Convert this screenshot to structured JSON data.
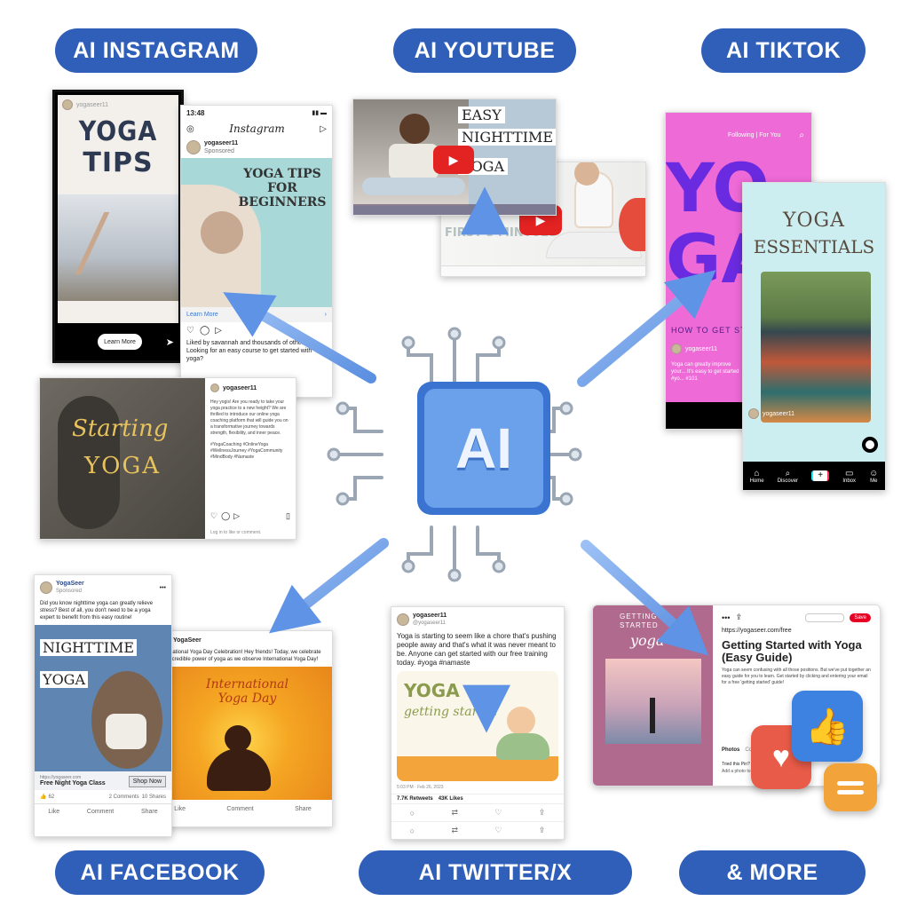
{
  "labels": {
    "instagram": "AI INSTAGRAM",
    "youtube": "AI YOUTUBE",
    "tiktok": "AI TIKTOK",
    "facebook": "AI FACEBOOK",
    "twitter": "AI TWITTER/X",
    "more": "& MORE"
  },
  "center_chip": "AI",
  "instagram": {
    "story_user": "yogaseer11",
    "story_title_1": "YOGA",
    "story_title_2": "TIPS",
    "story_button": "Learn More",
    "time": "13:48",
    "app": "Instagram",
    "user": "yogaseer11",
    "sponsored": "Sponsored",
    "post_title": "YOGA TIPS FOR BEGINNERS",
    "cta": "Learn More",
    "likes": "Liked by savannah and thousands of others",
    "caption": "Looking for an easy course to get started with yoga?",
    "post2_title_1": "Starting",
    "post2_title_2": "YOGA",
    "post2_user": "yogaseer11",
    "post2_text": "Hey yogis! Are you ready to take your yoga practice to a new height? We are thrilled to introduce our online yoga coaching platform that will guide you on a transformative journey towards strength, flexibility, and inner peace.",
    "post2_tags": "#YogaCoaching #OnlineYoga #WellnessJourney #YogaCommunity #MindBody #Namaste",
    "post2_login": "Log in to like or comment."
  },
  "youtube": {
    "title_1": "EASY",
    "title_2": "NIGHTTIME",
    "title_3": "YOGA",
    "video2_text": "FIRST 5 MINTUES"
  },
  "tiktok": {
    "tabs": "Following | For You",
    "big_1": "YO",
    "big_2": "GA",
    "how": "HOW TO GET ST",
    "user": "yogaseer11",
    "caption": "Yoga can greatly improve your... It's easy to get started #yo... #101",
    "title_1": "YOGA",
    "title_2": "ESSENTIALS",
    "user2": "yogaseer11",
    "nav": [
      "Home",
      "Discover",
      "",
      "Inbox",
      "Me"
    ]
  },
  "facebook": {
    "page": "YogaSeer",
    "sponsored": "Sponsored",
    "text": "Did you know nighttime yoga can greatly relieve stress? Best of all, you don't need to be a yoga expert to benefit from this easy routine!",
    "banner_1": "NIGHTTIME",
    "banner_2": "YOGA",
    "url": "https://yogaseer.com",
    "headline": "Free Night Yoga Class",
    "shop": "Shop Now",
    "reactions": "62",
    "comments": "2 Comments",
    "shares": "10 Shares",
    "actions": [
      "Like",
      "Comment",
      "Share"
    ],
    "page2": "YogaSeer",
    "post2_text": "International Yoga Day Celebration! Hey friends! Today, we celebrate the incredible power of yoga as we observe International Yoga Day!",
    "post2_title": "International Yoga Day",
    "actions2": [
      "Like",
      "Comment",
      "Share"
    ]
  },
  "twitter": {
    "user": "yogaseer11",
    "handle": "@yogaseer11",
    "text": "Yoga is starting to seem like a chore that's pushing people away and that's what it was never meant to be. Anyone can get started with our free training today. #yoga #namaste",
    "card_1": "YOGA",
    "card_2": "getting started",
    "time": "5:03 PM · Feb 26, 2023",
    "retweets": "7.7K Retweets",
    "likes": "43K Likes"
  },
  "pinterest": {
    "left_1": "GETTING",
    "left_2": "STARTED",
    "left_3": "yoga",
    "save": "Save",
    "url": "https://yogaseer.com/free",
    "title": "Getting Started with Yoga (Easy Guide)",
    "desc": "Yoga can seem confusing with all those positions. But we've put together an easy guide for you to learn. Get started by clicking and entering your email for a free 'getting started' guide!",
    "tab1": "Photos",
    "tab2": "Comments",
    "q": "Tried this Pin?",
    "q2": "Add a photo to show how it went"
  },
  "colors": {
    "pill": "#2f5fb8",
    "arrow": "#6f9fe8",
    "chip": "#5b8fdc"
  }
}
